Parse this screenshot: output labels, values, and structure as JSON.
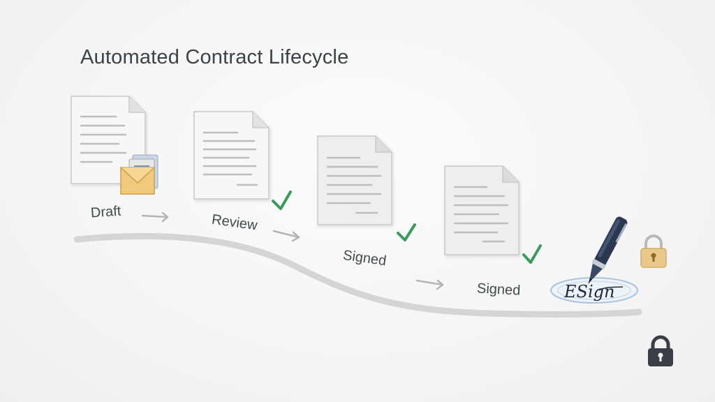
{
  "title": "Automated Contract Lifecycle",
  "stages": [
    {
      "label": "Draft",
      "status_icon": "envelope-icon"
    },
    {
      "label": "Review",
      "status_icon": "checkmark-icon"
    },
    {
      "label": "Signed",
      "status_icon": "checkmark-icon"
    },
    {
      "label": "Signed",
      "status_icon": "checkmark-icon"
    }
  ],
  "signature": {
    "text": "ESign",
    "icon": "pen-icon"
  },
  "lock_icons": [
    "gold-padlock-icon",
    "dark-padlock-icon"
  ],
  "colors": {
    "check": "#3a9a5c",
    "padlock_gold": "#e8c98a",
    "padlock_dark": "#3b3f45",
    "pen": "#2b3850",
    "signature_ring": "#a9c4e0"
  }
}
